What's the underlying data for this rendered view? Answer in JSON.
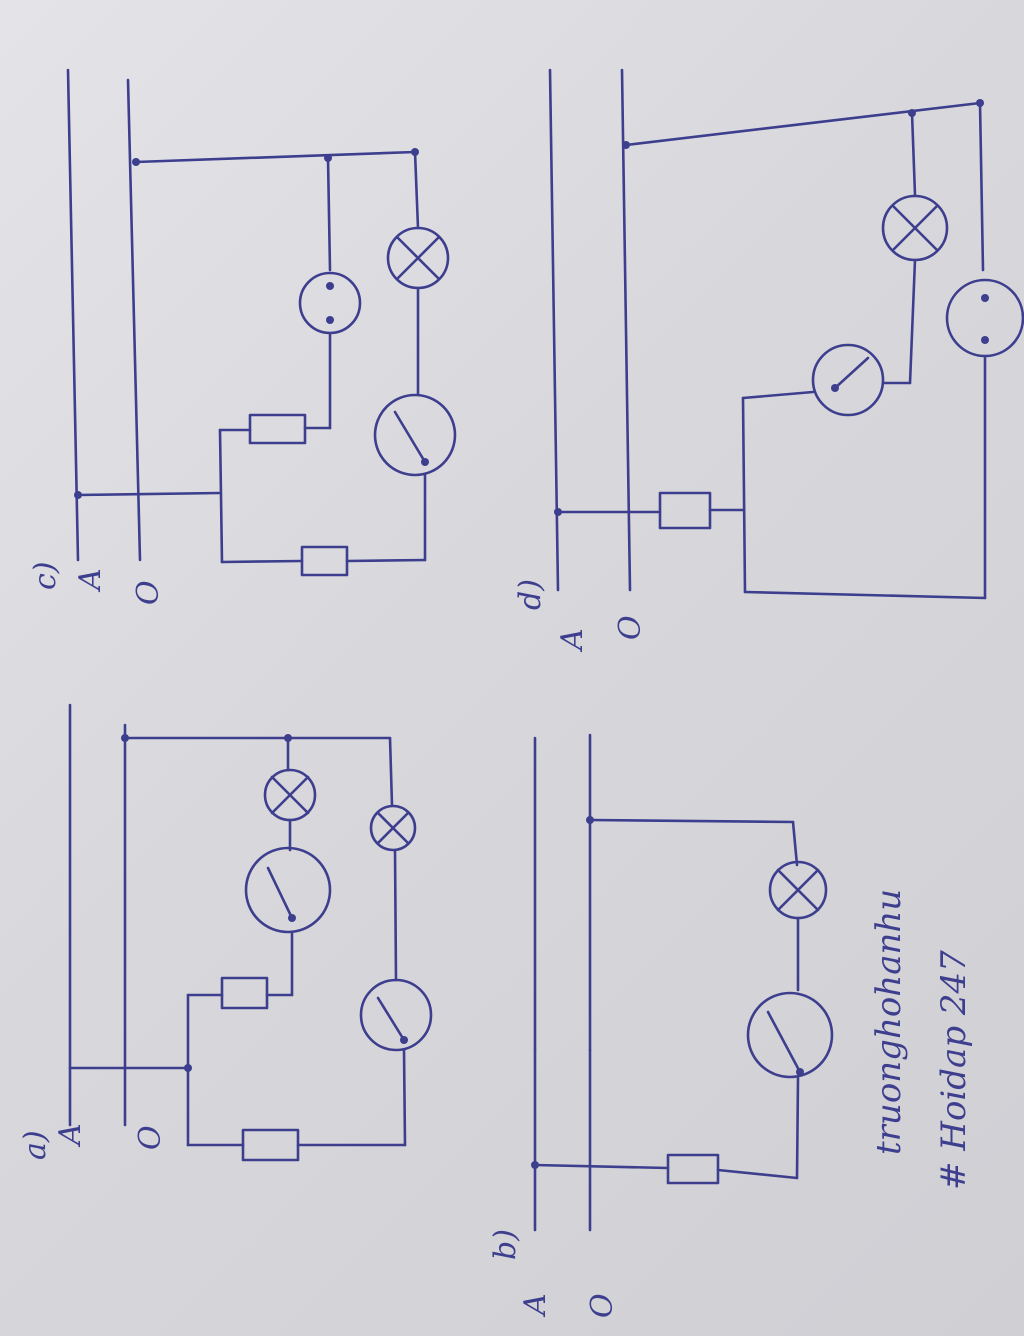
{
  "diagrams": [
    {
      "id": "a",
      "label": "a)",
      "line_a": "A",
      "line_o": "O"
    },
    {
      "id": "b",
      "label": "b)",
      "line_a": "A",
      "line_o": "O"
    },
    {
      "id": "c",
      "label": "c)",
      "line_a": "A",
      "line_o": "O"
    },
    {
      "id": "d",
      "label": "d)",
      "line_a": "A",
      "line_o": "O"
    }
  ],
  "signature": {
    "line1": "truonghohanhu",
    "line2": "# Hoidap 247"
  },
  "ink_color": "#3d3e8e",
  "paper_color": "#dcdce0"
}
